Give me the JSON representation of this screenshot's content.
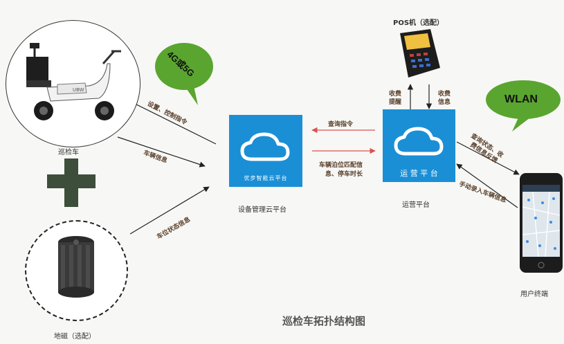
{
  "title": "巡检车拓扑结构图",
  "nodes": {
    "patrol_car": "巡检车",
    "geomagnetic": "地磁（选配）",
    "device_cloud": "设备管理云平台",
    "device_cloud_tile": "优步智能云平台",
    "operation": "运营平台",
    "operation_tile": "运 营 平 台",
    "pos": "POS机（选配）",
    "user_terminal": "用户终端"
  },
  "bubbles": {
    "mobile": "4G或5G",
    "wlan": "WLAN"
  },
  "edges": {
    "set_control": "设置、控制指令",
    "vehicle_info": "车辆信息",
    "parking_status": "车位状态信息",
    "query_cmd": "查询指令",
    "match_info_line1": "车辆泊位匹配信",
    "match_info_line2": "息、停车时长",
    "fee_reminder": "收费提醒",
    "fee_info": "收费信息",
    "query_status_line1": "查询状态、收",
    "query_status_line2": "费信息反馈",
    "manual_entry": "手动录入车辆信息"
  },
  "colors": {
    "tile": "#1a8fd6",
    "bubble": "#5aa52f",
    "plus": "#3d4e3a",
    "red_arrow": "#d9534f"
  }
}
